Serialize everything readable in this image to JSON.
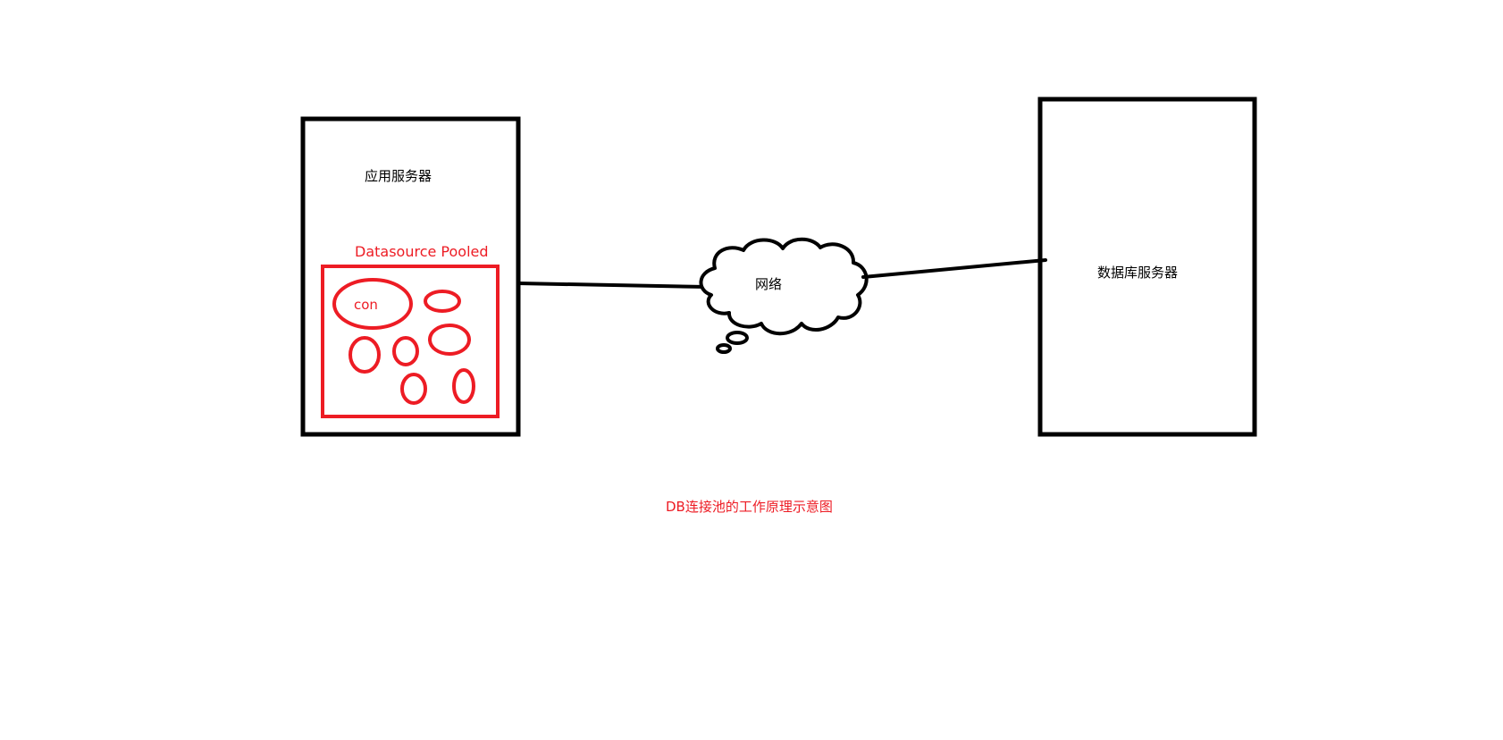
{
  "diagram": {
    "app_server": {
      "label": "应用服务器",
      "pool_label": "Datasource Pooled",
      "connection_label": "con"
    },
    "network": {
      "label": "网络"
    },
    "db_server": {
      "label": "数据库服务器"
    },
    "caption": "DB连接池的工作原理示意图",
    "colors": {
      "outline": "#000000",
      "pool": "#ed1c24",
      "background": "#ffffff"
    }
  }
}
